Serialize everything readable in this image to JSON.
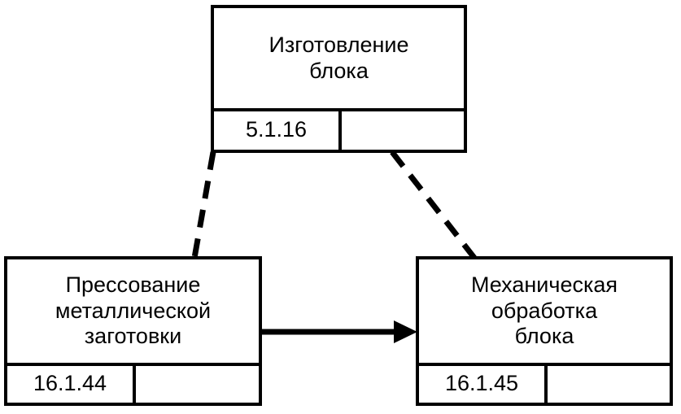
{
  "diagram": {
    "type": "process-flow",
    "language": "ru",
    "background_color": "#ffffff",
    "line_color": "#000000",
    "nodes": [
      {
        "id": "top",
        "title": "Изготовление\nблока",
        "code": "5.1.16",
        "extra_cell": ""
      },
      {
        "id": "left",
        "title": "Прессование\nметаллической\nзаготовки",
        "code": "16.1.44",
        "extra_cell": ""
      },
      {
        "id": "right",
        "title": "Механическая\nобработка\nблока",
        "code": "16.1.45",
        "extra_cell": ""
      }
    ],
    "connectors": [
      {
        "id": "top-to-left",
        "from": "top",
        "to": "left",
        "style": "dashed",
        "arrowhead": "none"
      },
      {
        "id": "top-to-right",
        "from": "top",
        "to": "right",
        "style": "dashed",
        "arrowhead": "none"
      },
      {
        "id": "left-to-right",
        "from": "left",
        "to": "right",
        "style": "solid",
        "arrowhead": "filled-triangle"
      }
    ]
  }
}
